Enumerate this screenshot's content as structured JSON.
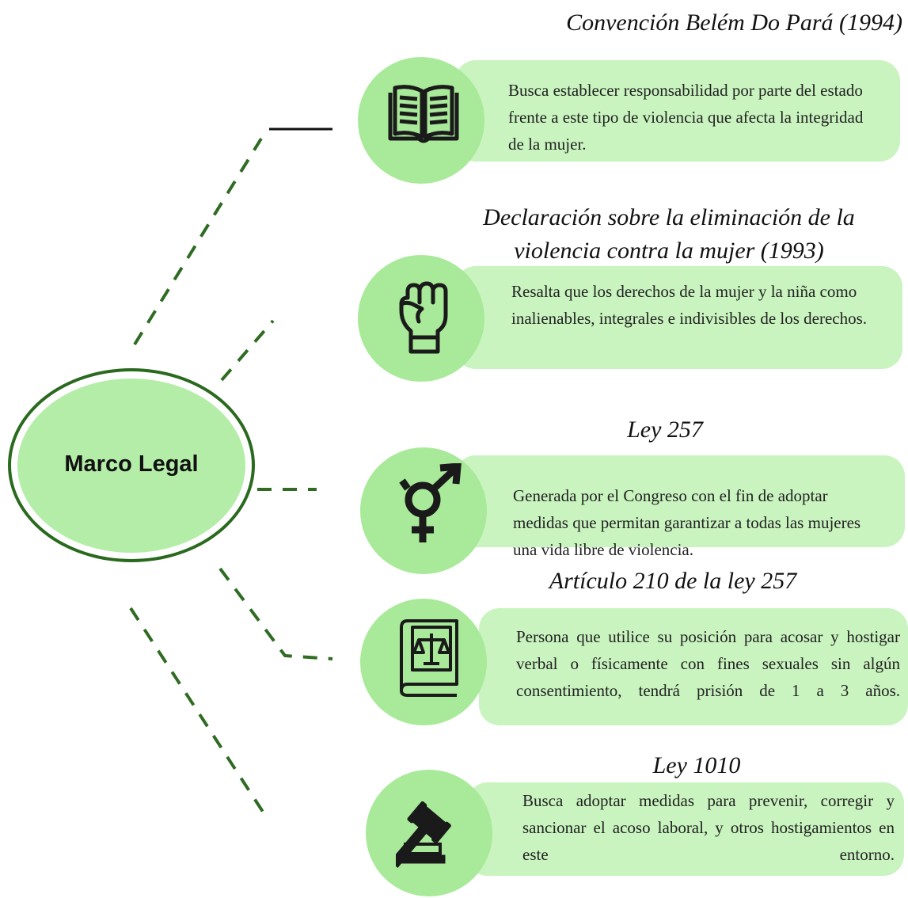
{
  "hub": {
    "label": "Marco Legal"
  },
  "cards": [
    {
      "title": "Convención Belém Do Pará (1994)",
      "icon": "book-icon",
      "text": "Busca establecer responsabilidad por parte del estado frente a este tipo de violencia que afecta la integridad de la mujer."
    },
    {
      "title": "Declaración sobre la eliminación de la violencia contra la mujer (1993)",
      "icon": "raised-fist-icon",
      "text": "Resalta que los derechos de la mujer y la niña como inalienables, integrales e indivisibles de los derechos."
    },
    {
      "title": "Ley 257",
      "icon": "gender-symbol-icon",
      "text": "Generada por el Congreso con el fin de adoptar medidas que permitan garantizar a todas las mujeres una vida libre de violencia."
    },
    {
      "title": "Artículo 210 de la ley 257",
      "icon": "law-book-scales-icon",
      "text": "Persona que utilice su posición para acosar y hostigar verbal o físicamente con fines sexuales sin algún consentimiento, tendrá prisión de 1 a 3 años."
    },
    {
      "title": "Ley 1010",
      "icon": "gavel-icon",
      "text": "Busca adoptar medidas para prevenir, corregir y sancionar el acoso laboral, y otros hostigamientos en este entorno."
    }
  ],
  "colors": {
    "hub_fill": "#b4eda8",
    "hub_ring": "#2a6a1e",
    "connector": "#2f6b22",
    "card_fill": "#c9f4bf",
    "icon_circle": "#a8ea99",
    "icon_stroke": "#1a1a1a"
  }
}
